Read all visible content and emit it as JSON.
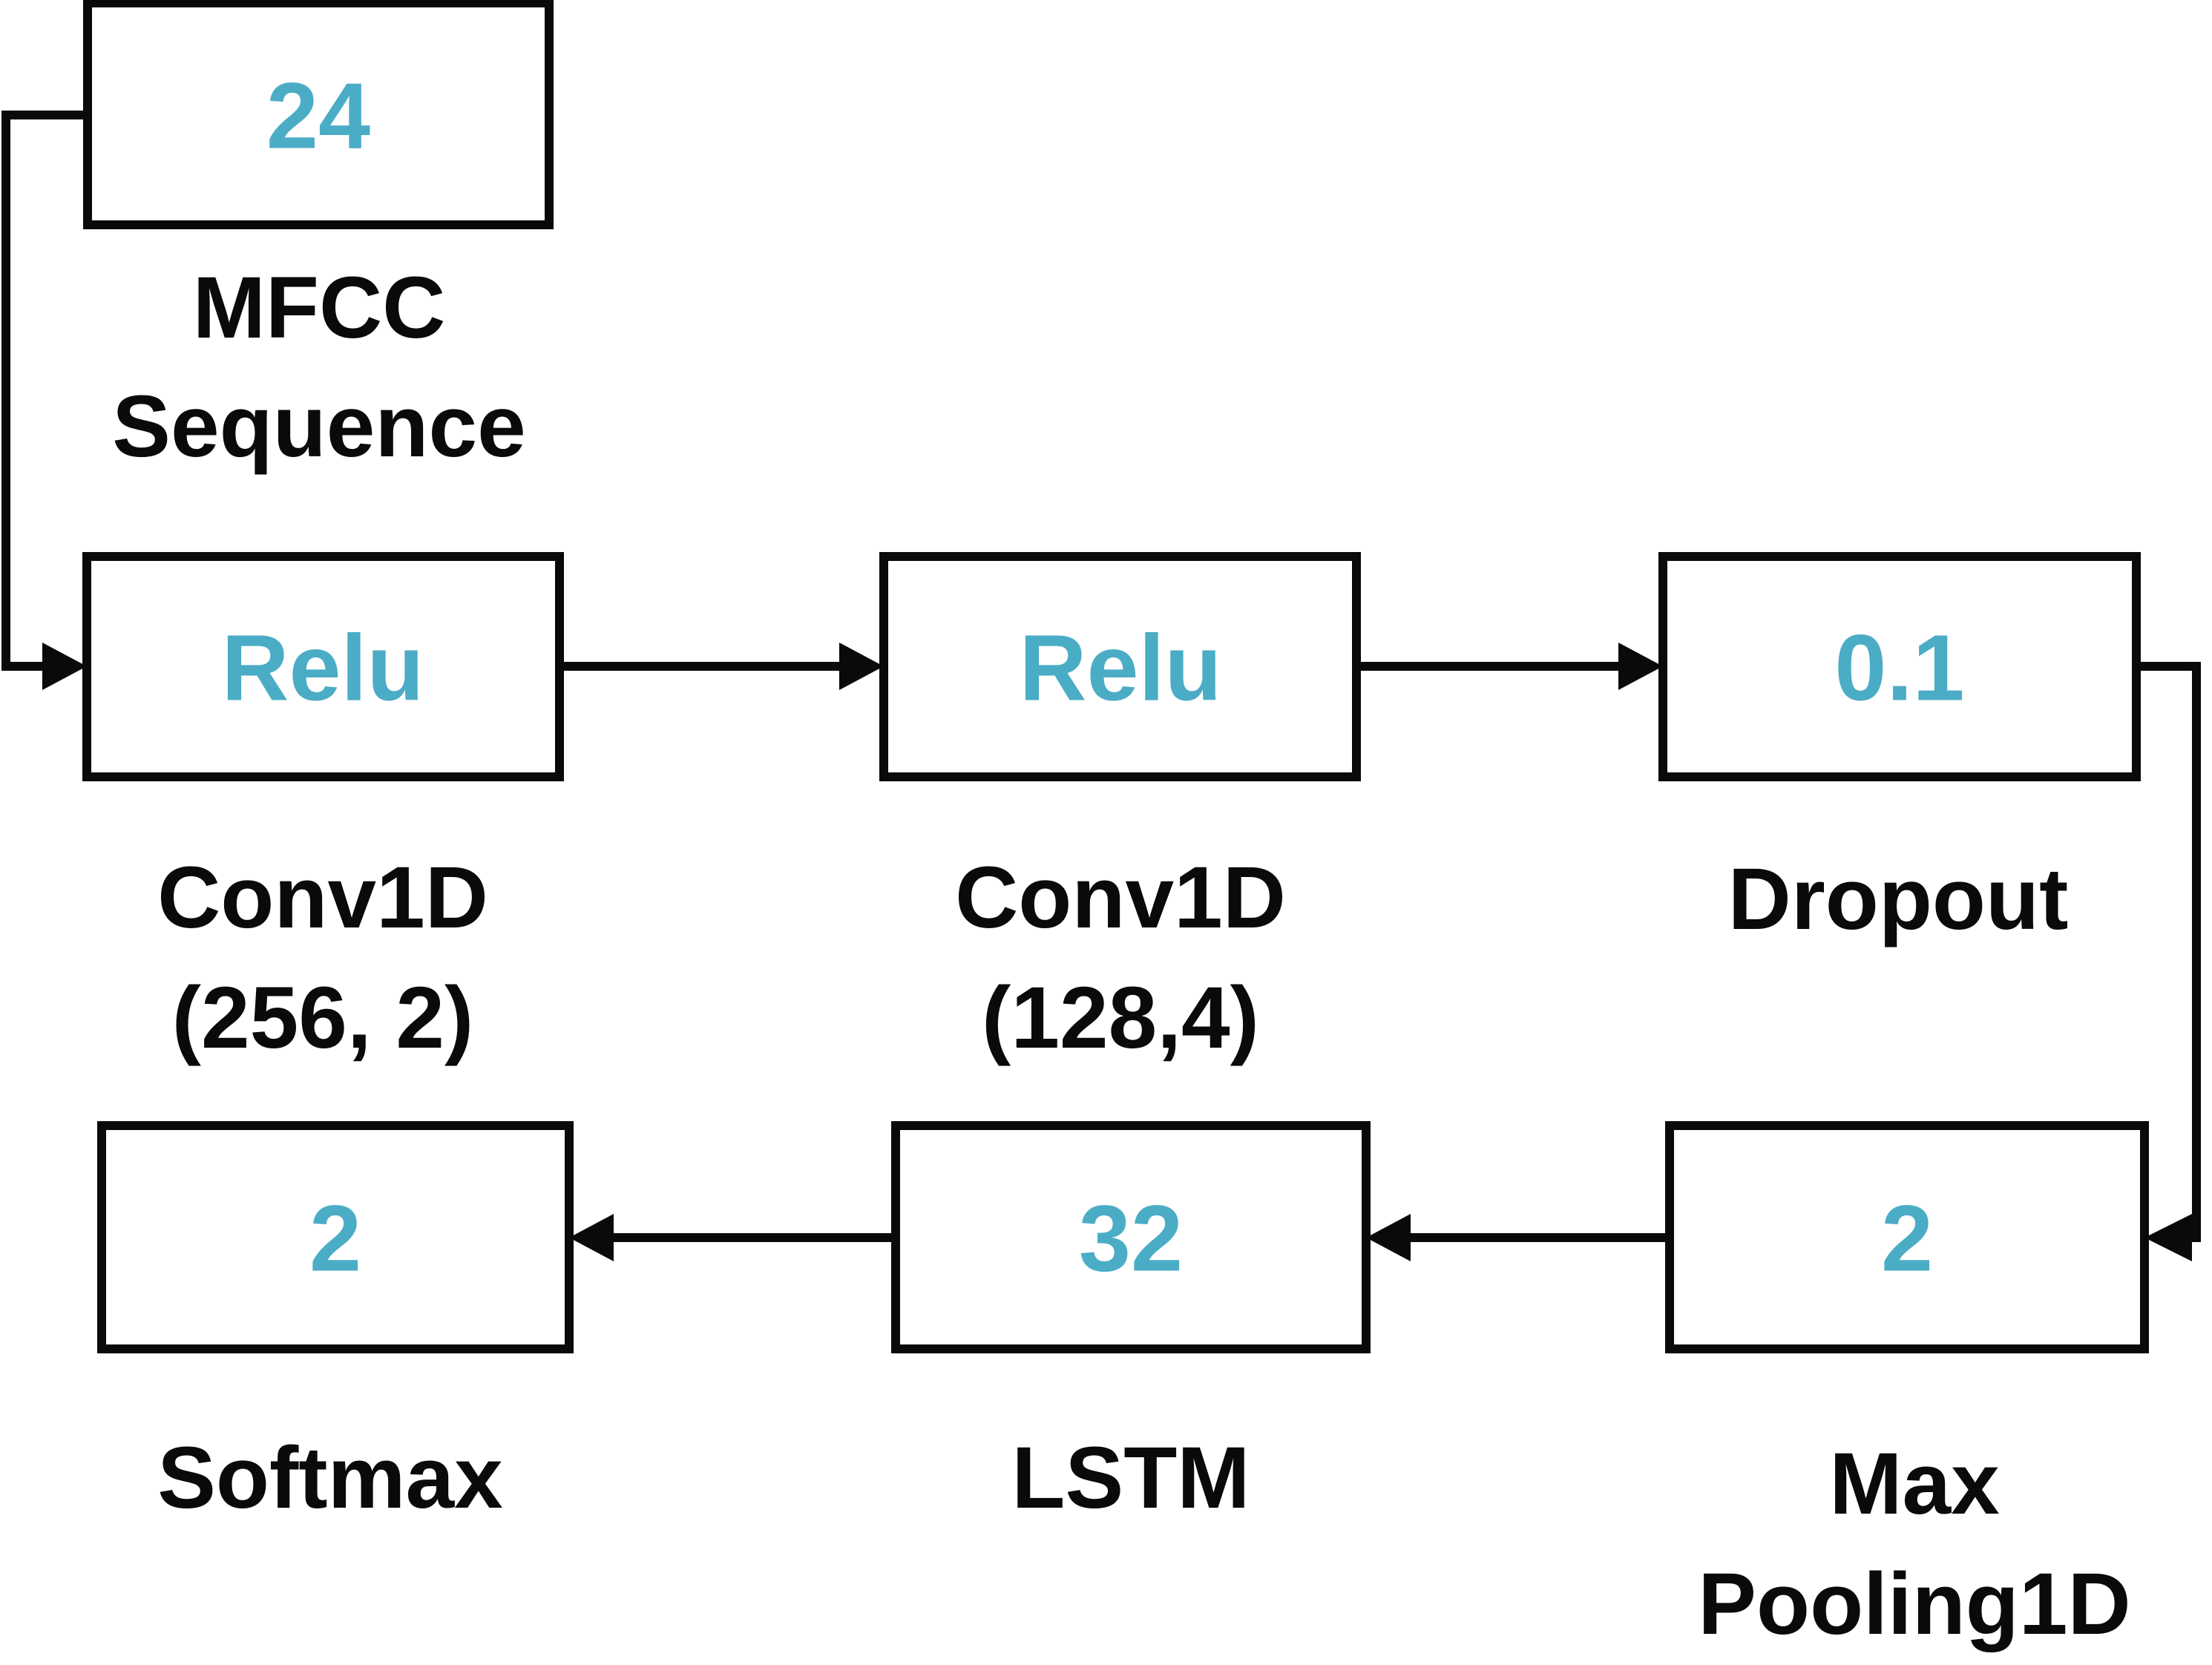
{
  "colors": {
    "value_text": "#4BACC6",
    "line": "#0A0A0A",
    "background": "#FFFFFF"
  },
  "nodes": [
    {
      "id": "mfcc-sequence",
      "value": "24",
      "label1": "MFCC",
      "label2": "Sequence"
    },
    {
      "id": "conv1d-1",
      "value": "Relu",
      "label1": "Conv1D",
      "label2": "(256, 2)"
    },
    {
      "id": "conv1d-2",
      "value": "Relu",
      "label1": "Conv1D",
      "label2": "(128,4)"
    },
    {
      "id": "dropout",
      "value": "0.1",
      "label1": "Dropout"
    },
    {
      "id": "softmax",
      "value": "2",
      "label1": "Softmax"
    },
    {
      "id": "lstm",
      "value": "32",
      "label1": "LSTM"
    },
    {
      "id": "max-pooling",
      "value": "2",
      "label1": "Max",
      "label2": "Pooling1D"
    }
  ],
  "connections": [
    {
      "from": "mfcc-sequence",
      "to": "conv1d-1"
    },
    {
      "from": "conv1d-1",
      "to": "conv1d-2"
    },
    {
      "from": "conv1d-2",
      "to": "dropout"
    },
    {
      "from": "dropout",
      "to": "max-pooling"
    },
    {
      "from": "max-pooling",
      "to": "lstm"
    },
    {
      "from": "lstm",
      "to": "softmax"
    }
  ]
}
